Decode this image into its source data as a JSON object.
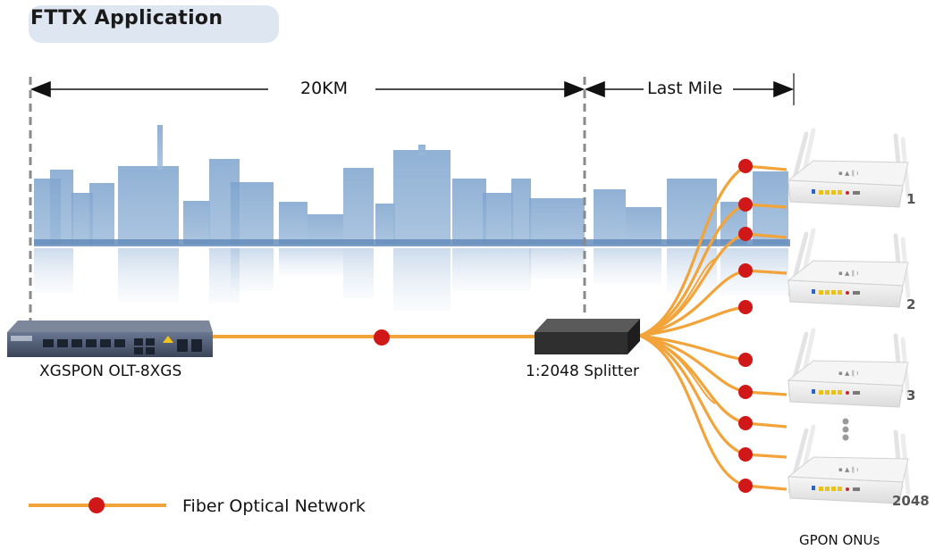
{
  "title": "FTTX Application",
  "distance": {
    "main_label": "20KM",
    "last_mile_label": "Last Mile"
  },
  "devices": {
    "olt": {
      "label": "XGSPON OLT-8XGS"
    },
    "splitter": {
      "label": "1:2048 Splitter"
    },
    "onus_label": "GPON ONUs",
    "onu_numbers": [
      "1",
      "2",
      "3",
      "2048"
    ]
  },
  "legend": {
    "label": "Fiber Optical Network"
  },
  "colors": {
    "fiber": "#f2a43a",
    "node": "#d01818",
    "skyline": "#6f97c4",
    "dim_line": "#111111",
    "guide": "#8a8a8a",
    "title_bg": "#dde6f1",
    "splitter": "#2f2f2f",
    "olt_body": "#4a5670"
  }
}
